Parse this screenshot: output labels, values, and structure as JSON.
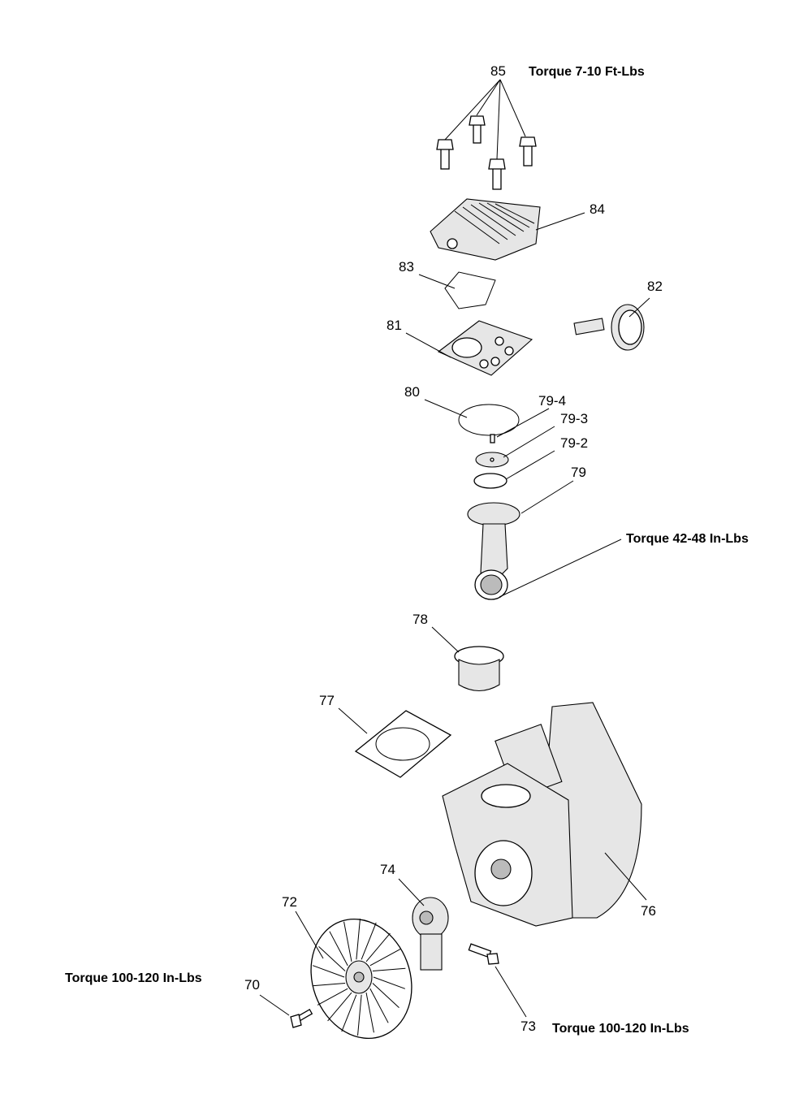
{
  "labels": {
    "p85": "85",
    "p84": "84",
    "p83": "83",
    "p82": "82",
    "p81": "81",
    "p80": "80",
    "p79_4": "79-4",
    "p79_3": "79-3",
    "p79_2": "79-2",
    "p79": "79",
    "p78": "78",
    "p77": "77",
    "p76": "76",
    "p74": "74",
    "p73": "73",
    "p72": "72",
    "p70": "70"
  },
  "notes": {
    "torque_85": "Torque 7-10 Ft-Lbs",
    "torque_rod": "Torque 42-48 In-Lbs",
    "torque_70": "Torque 100-120 In-Lbs",
    "torque_73": "Torque 100-120 In-Lbs"
  }
}
